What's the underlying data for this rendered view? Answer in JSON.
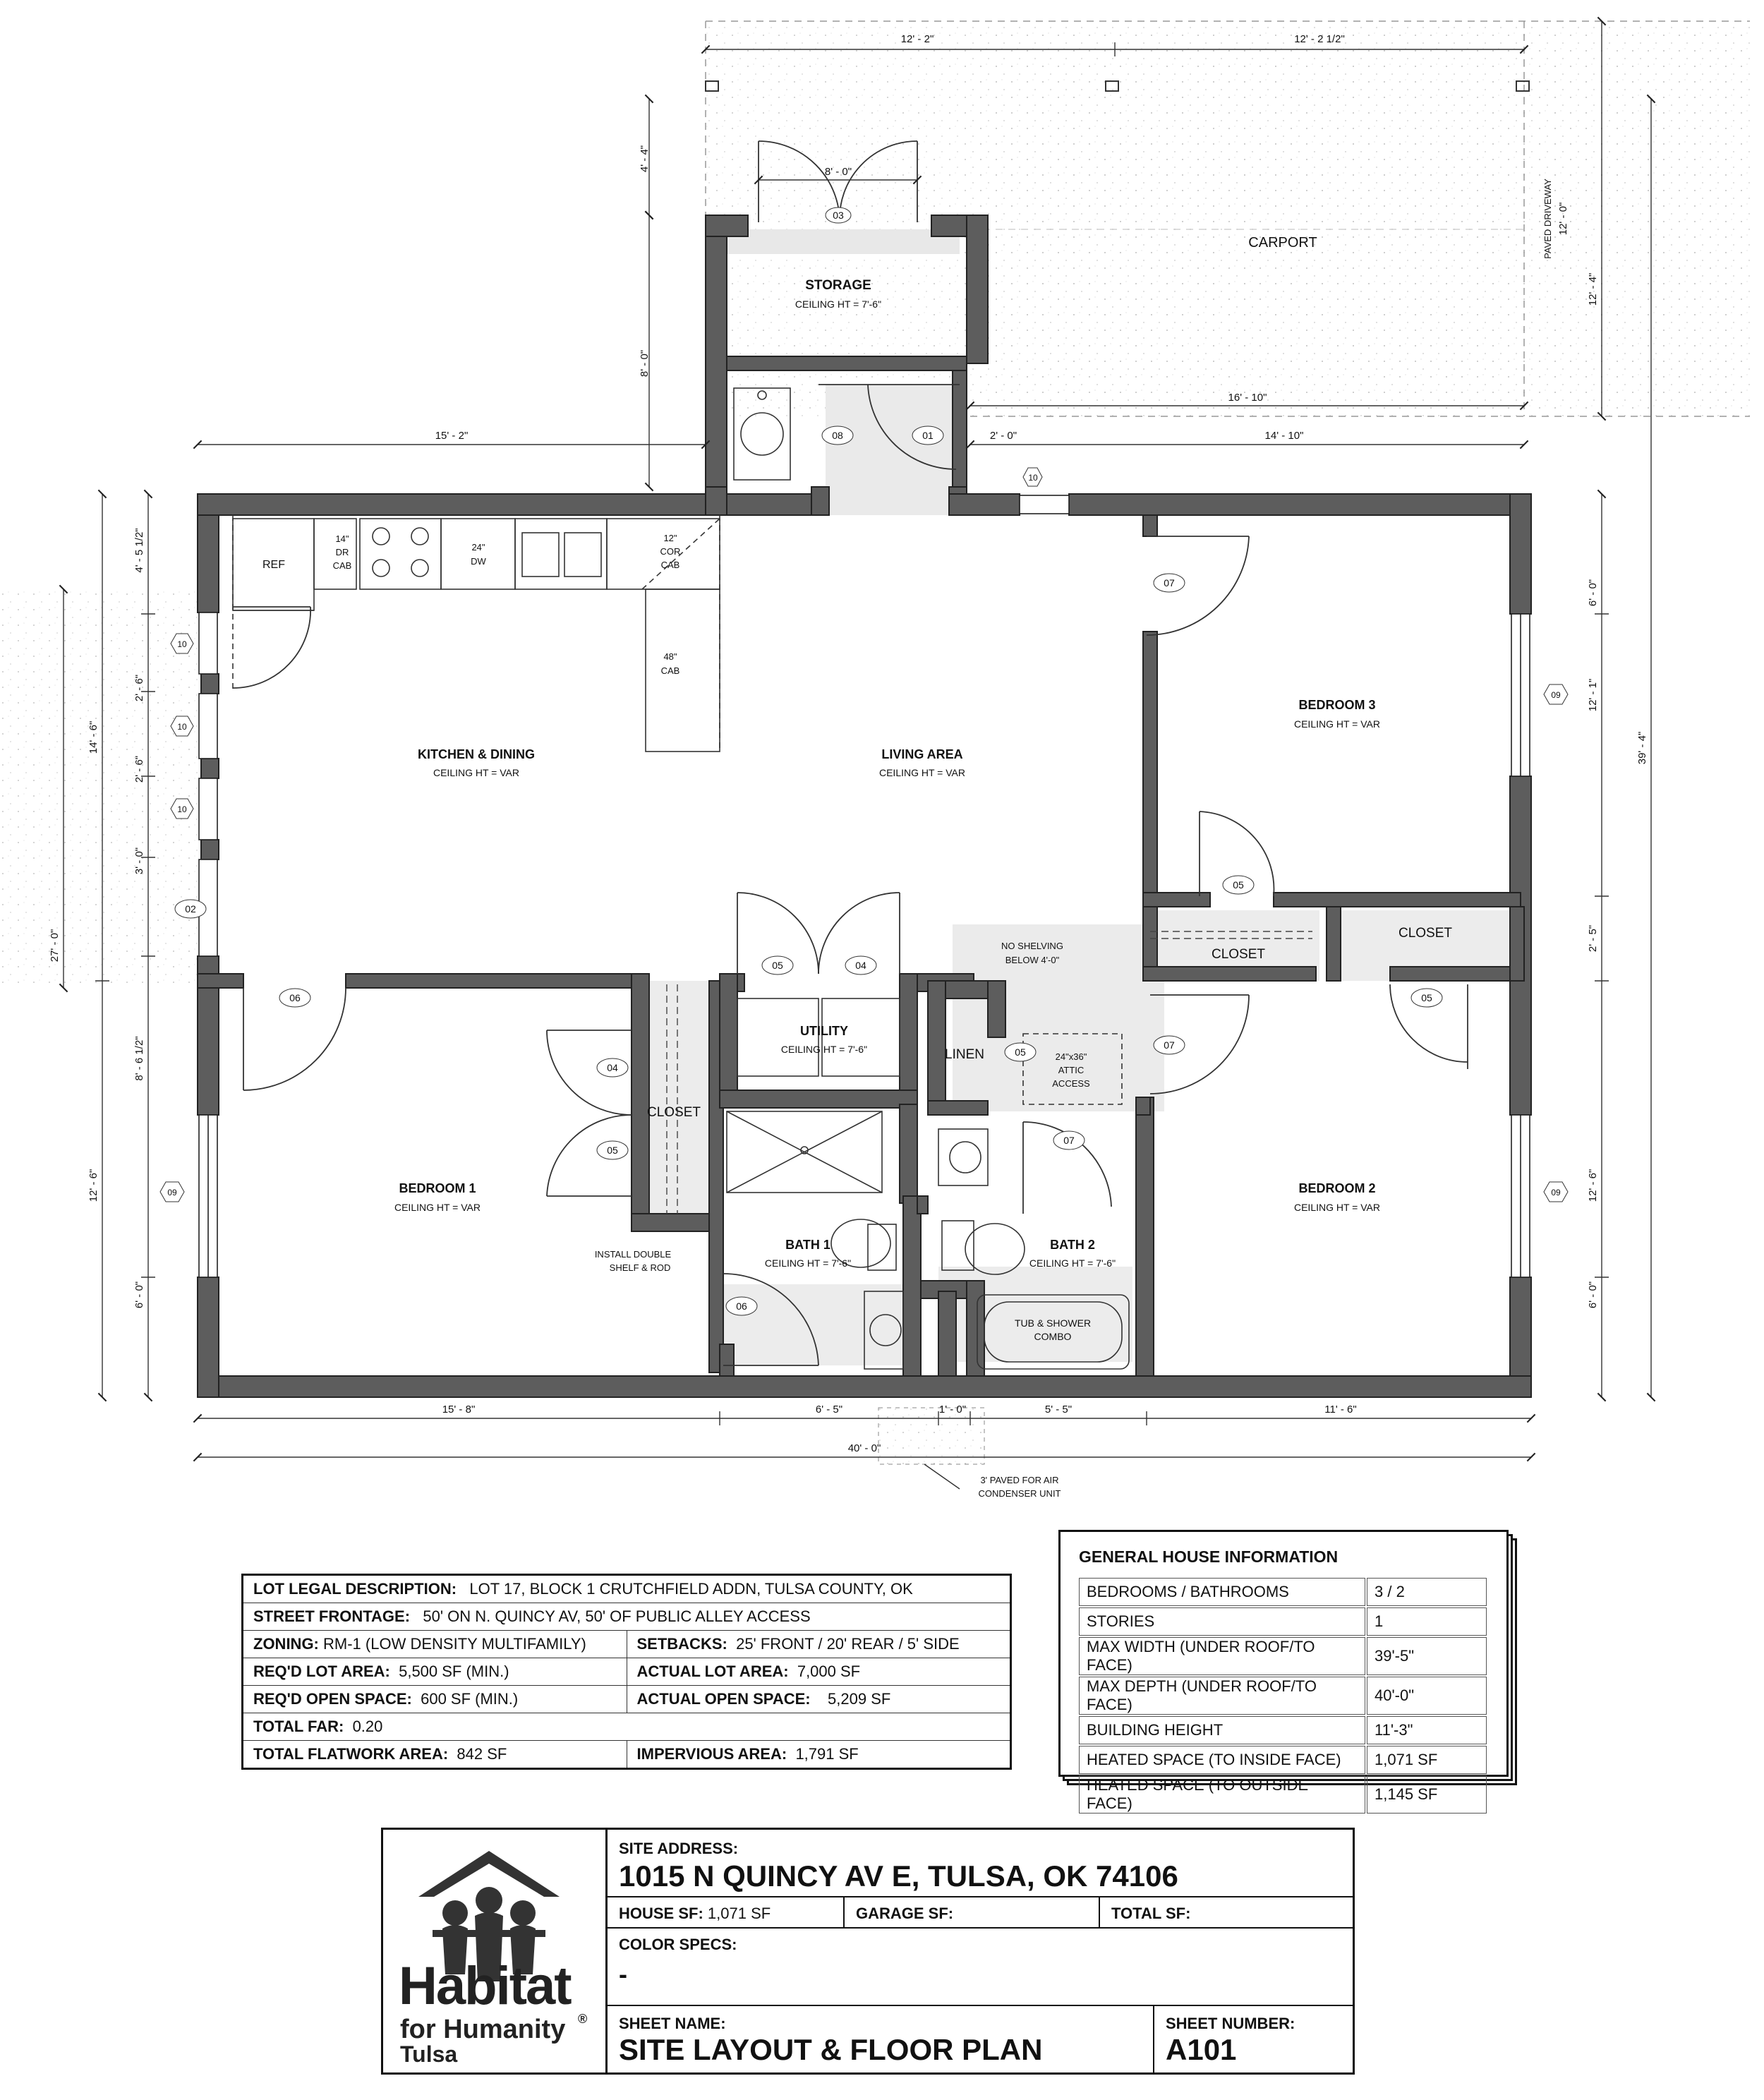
{
  "rooms": {
    "storage": {
      "name": "STORAGE",
      "ceiling": "CEILING HT = 7'-6\""
    },
    "carport": {
      "name": "CARPORT"
    },
    "kitchen": {
      "name": "KITCHEN & DINING",
      "ceiling": "CEILING HT = VAR"
    },
    "living": {
      "name": "LIVING AREA",
      "ceiling": "CEILING HT = VAR"
    },
    "bedroom3": {
      "name": "BEDROOM 3",
      "ceiling": "CEILING HT = VAR"
    },
    "bedroom1": {
      "name": "BEDROOM 1",
      "ceiling": "CEILING HT = VAR"
    },
    "bedroom2": {
      "name": "BEDROOM 2",
      "ceiling": "CEILING HT = VAR"
    },
    "utility": {
      "name": "UTILITY",
      "ceiling": "CEILING HT = 7'-6\""
    },
    "bath1": {
      "name": "BATH 1",
      "ceiling": "CEILING HT = 7'-6\""
    },
    "bath2": {
      "name": "BATH 2",
      "ceiling": "CEILING HT = 7'-6\""
    },
    "linen": "LINEN",
    "closet": "CLOSET"
  },
  "fixtures": {
    "ref": "REF",
    "dr_cab": [
      "14\"",
      "DR",
      "CAB"
    ],
    "dw": [
      "24\"",
      "DW"
    ],
    "cor_cab": [
      "12\"",
      "COR",
      "CAB"
    ],
    "cab48": [
      "48\"",
      "CAB"
    ],
    "tub": [
      "TUB & SHOWER",
      "COMBO"
    ],
    "attic": [
      "24\"x36\"",
      "ATTIC",
      "ACCESS"
    ]
  },
  "notes": {
    "no_shelving": [
      "NO SHELVING",
      "BELOW 4'-0\""
    ],
    "double_shelf": [
      "INSTALL DOUBLE",
      "SHELF & ROD"
    ],
    "air_condenser": [
      "3' PAVED FOR AIR",
      "CONDENSER UNIT"
    ],
    "paved_driveway": "PAVED DRIVEWAY",
    "driveway_width": "12' - 0\""
  },
  "tags": [
    "01",
    "02",
    "03",
    "04",
    "05",
    "06",
    "07",
    "08",
    "09",
    "10"
  ],
  "dimensions": {
    "carport_top_left": "12' - 2\"",
    "carport_top_right": "12' - 2 1/2\"",
    "storage_door": "8' - 0\"",
    "storage_depth": "8' - 0\"",
    "storage_front": "4' - 4\"",
    "carport_width": "16' - 10\"",
    "kitchen_width": "15' - 2\"",
    "gap_2ft": "2' - 0\"",
    "living_right": "14' - 10\"",
    "carport_depth": "12' - 4\"",
    "overall_depth": "39' - 4\"",
    "right_6ft_top": "6' - 0\"",
    "right_12_1": "12' - 1\"",
    "right_2_5": "2' - 5\"",
    "right_12_6": "12' - 6\"",
    "right_6ft_bot": "6' - 0\"",
    "left_4_5": "4' - 5 1/2\"",
    "left_2_6a": "2' - 6\"",
    "left_2_6b": "2' - 6\"",
    "left_3_0": "3' - 0\"",
    "left_8_6": "8' - 6 1/2\"",
    "left_6_0": "6' - 0\"",
    "left_14_6": "14' - 6\"",
    "left_12_6": "12' - 6\"",
    "left_27": "27' - 0\"",
    "bottom_15_8": "15' - 8\"",
    "bottom_6_5": "6' - 5\"",
    "bottom_1_0": "1' - 0\"",
    "bottom_5_5": "5' - 5\"",
    "bottom_11_6": "11' - 6\"",
    "bottom_40": "40' - 0\""
  },
  "lot_info": [
    [
      {
        "label": "LOT LEGAL DESCRIPTION:",
        "value": "LOT 17, BLOCK 1 CRUTCHFIELD ADDN, TULSA COUNTY, OK"
      }
    ],
    [
      {
        "label": "STREET FRONTAGE:",
        "value": "50' ON N. QUINCY AV, 50' OF PUBLIC ALLEY ACCESS"
      }
    ],
    [
      {
        "label": "ZONING:",
        "value": "RM-1 (LOW DENSITY MULTIFAMILY)"
      },
      {
        "label": "SETBACKS:",
        "value": "25' FRONT / 20' REAR / 5' SIDE"
      }
    ],
    [
      {
        "label": "REQ'D LOT AREA:",
        "value": "5,500 SF (MIN.)"
      },
      {
        "label": "ACTUAL LOT AREA:",
        "value": "7,000 SF"
      }
    ],
    [
      {
        "label": "REQ'D OPEN SPACE:",
        "value": "600 SF (MIN.)"
      },
      {
        "label": "ACTUAL OPEN SPACE:",
        "value": "5,209 SF"
      }
    ],
    [
      {
        "label": "TOTAL FAR:",
        "value": "0.20"
      }
    ],
    [
      {
        "label": "TOTAL FLATWORK AREA:",
        "value": "842 SF"
      },
      {
        "label": "IMPERVIOUS AREA:",
        "value": "1,791 SF"
      }
    ]
  ],
  "house_info": {
    "title": "GENERAL HOUSE INFORMATION",
    "rows": [
      [
        "BEDROOMS / BATHROOMS",
        "3 / 2"
      ],
      [
        "STORIES",
        "1"
      ],
      [
        "MAX WIDTH (UNDER ROOF/TO FACE)",
        "39'-5\""
      ],
      [
        "MAX DEPTH (UNDER ROOF/TO FACE)",
        "40'-0\""
      ],
      [
        "BUILDING HEIGHT",
        "11'-3\""
      ],
      [
        "HEATED SPACE (TO INSIDE FACE)",
        "1,071 SF"
      ],
      [
        "HEATED SPACE (TO OUTSIDE FACE)",
        "1,145 SF"
      ]
    ]
  },
  "title_block": {
    "site_address_label": "SITE ADDRESS:",
    "site_address": "1015 N QUINCY AV E, TULSA, OK 74106",
    "house_sf_label": "HOUSE SF:",
    "house_sf": "1,071 SF",
    "garage_sf_label": "GARAGE SF:",
    "total_sf_label": "TOTAL SF:",
    "color_specs_label": "COLOR SPECS:",
    "color_specs": "-",
    "sheet_name_label": "SHEET NAME:",
    "sheet_name": "SITE LAYOUT & FLOOR PLAN",
    "sheet_number_label": "SHEET NUMBER:",
    "sheet_number": "A101"
  },
  "logo": {
    "line1": "Habitat",
    "line2": "for Humanity",
    "line3": "Tulsa",
    "mark": "®"
  }
}
